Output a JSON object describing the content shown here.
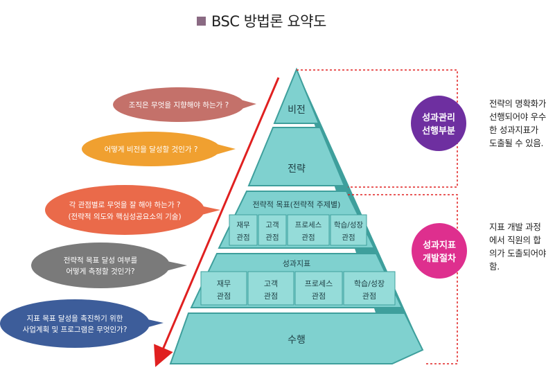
{
  "title": "BSC 방법론 요약도",
  "colors": {
    "pyramid_fill": "#7fd1cf",
    "pyramid_shade": "#3e9f9c",
    "bubble_1": "#c4716a",
    "bubble_2": "#f0a030",
    "bubble_3": "#ea6a4a",
    "bubble_4": "#7a7a7a",
    "bubble_5": "#3d5d9a",
    "circle_top": "#6e2fa0",
    "circle_bottom": "#de2f8e",
    "arrow": "#e02020"
  },
  "questions": [
    "조직은 무엇을 지향해야 하는가 ?",
    "어떻게 비전을 달성할 것인가 ?",
    "각 관점별로 무엇을 잘 해야 하는가 ?",
    "(전략적 의도와 핵심성공요소의 기술)",
    "전략적 목표 달성 여부를",
    "어떻게 측정할 것인가?",
    "지표 목표 달성을 촉진하기 위한",
    "사업계획 및 프로그램은 무엇인가?"
  ],
  "pyramid": {
    "vision": "비전",
    "strategy": "전략",
    "objectives": "전략적 목표(전략적 주제별)",
    "objective_perspectives": [
      "재무\n관점",
      "고객\n관점",
      "프로세스\n관점",
      "학습/성장\n관점"
    ],
    "kpi": "성과지표",
    "kpi_perspectives": [
      "재무\n관점",
      "고객\n관점",
      "프로세스\n관점",
      "학습/성장\n관점"
    ],
    "execution": "수행"
  },
  "side": {
    "top_circle": [
      "성과관리",
      "선행부분"
    ],
    "top_text": [
      "전략의 명확화가",
      "선행되어야 우수",
      "한  성과지표가",
      "도출될 수 있음."
    ],
    "bottom_circle": [
      "성과지표",
      "개발절차"
    ],
    "bottom_text": [
      "지표  개발  과정",
      "에서  직원의  합",
      "의가 도출되어야",
      "함."
    ]
  }
}
